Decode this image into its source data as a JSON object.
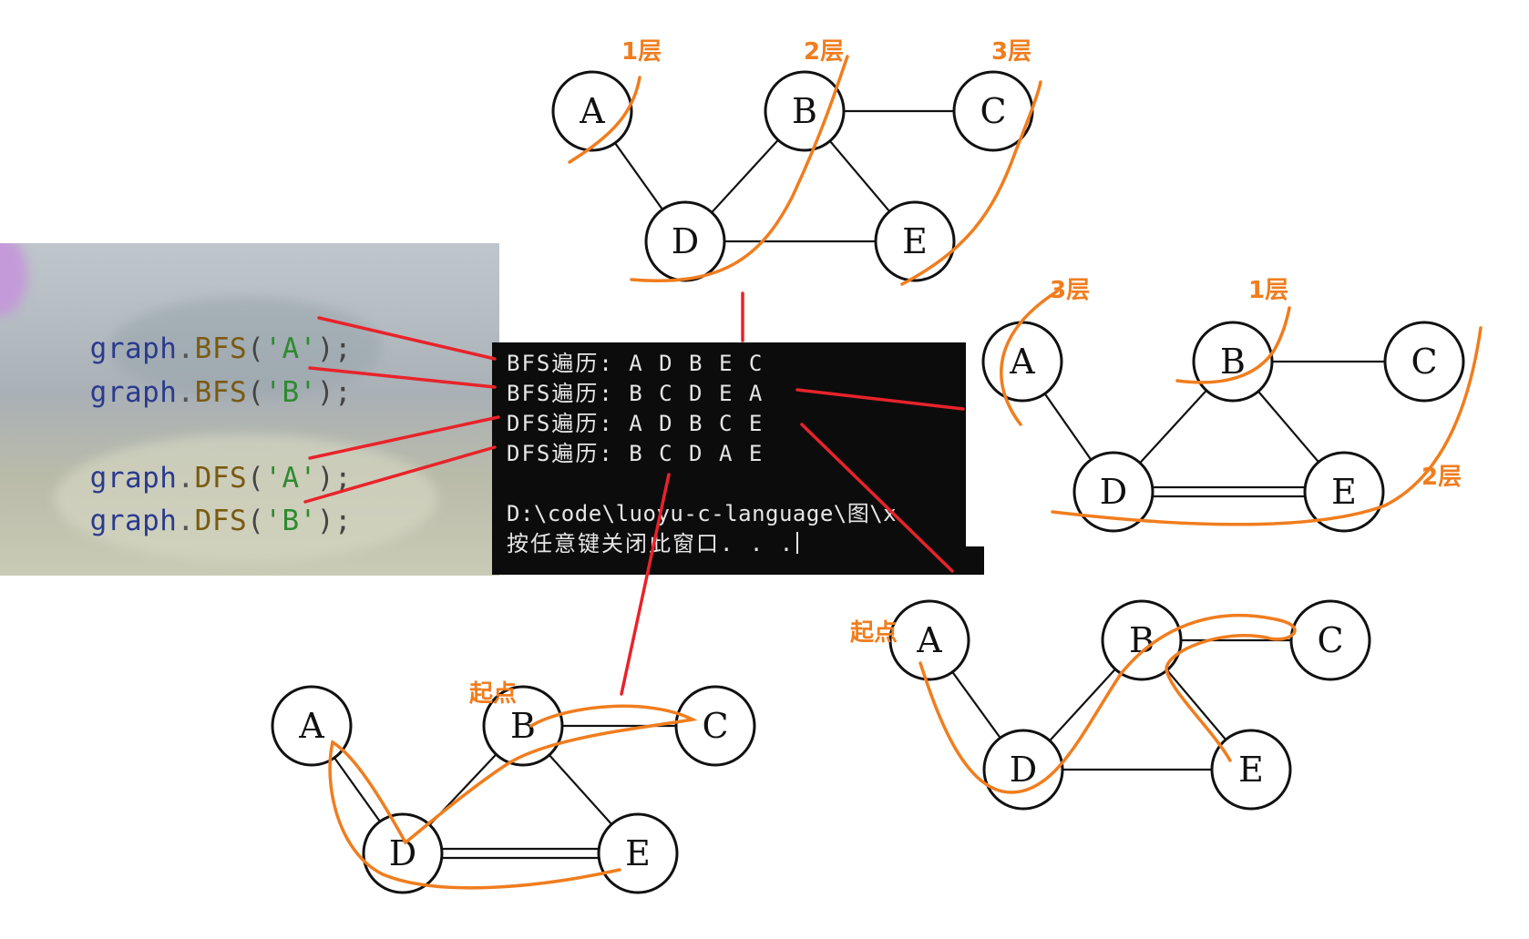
{
  "code": {
    "lines": [
      {
        "obj": "graph",
        "fn": "BFS",
        "arg": "'A'"
      },
      {
        "obj": "graph",
        "fn": "BFS",
        "arg": "'B'"
      },
      {
        "obj": "graph",
        "fn": "DFS",
        "arg": "'A'"
      },
      {
        "obj": "graph",
        "fn": "DFS",
        "arg": "'B'"
      }
    ]
  },
  "console": {
    "lines": [
      "BFS遍历: A D B E C",
      "BFS遍历: B C D E A",
      "DFS遍历: A D B C E",
      "DFS遍历: B C D A E",
      "",
      "D:\\code\\luoyu-c-language\\图\\x",
      "按任意键关闭此窗口. . ."
    ]
  },
  "diagrams": {
    "node_labels": [
      "A",
      "B",
      "C",
      "D",
      "E"
    ],
    "bfs_a": {
      "layers": [
        "1层",
        "2层",
        "3层"
      ]
    },
    "bfs_b": {
      "layers": [
        "3层",
        "1层",
        "2层"
      ]
    },
    "dfs_a": {
      "start": "起点"
    },
    "dfs_b": {
      "start": "起点"
    }
  },
  "colors": {
    "annotation": "#f07d1e",
    "connector": "#e8232a",
    "console_bg": "#0c0c0c"
  }
}
